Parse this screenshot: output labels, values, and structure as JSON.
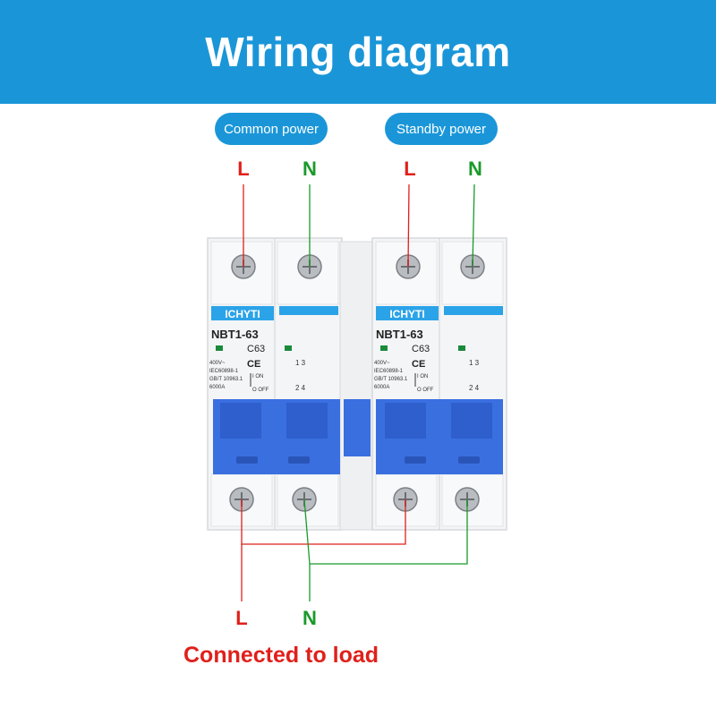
{
  "header": {
    "title": "Wiring diagram"
  },
  "labels": {
    "common_power": "Common power",
    "standby_power": "Standby power",
    "connected_to_load": "Connected to load"
  },
  "terminals": {
    "top": [
      "L",
      "N",
      "L",
      "N"
    ],
    "bottom": [
      "L",
      "N"
    ]
  },
  "breakers": [
    {
      "brand": "ICHYTI",
      "model": "NBT1-63",
      "rating": "C63",
      "specs": [
        "400V~",
        "IEC60898-1",
        "GB/T 10963.1",
        "6000A"
      ],
      "on_label": "I ON",
      "off_label": "O OFF",
      "ce": "CE",
      "contacts_top": "1 3",
      "contacts_bottom": "2 4"
    },
    {
      "brand": "ICHYTI",
      "model": "NBT1-63",
      "rating": "C63",
      "specs": [
        "400V~",
        "IEC60898-1",
        "GB/T 10963.1",
        "6000A"
      ],
      "on_label": "I ON",
      "off_label": "O OFF",
      "ce": "CE",
      "contacts_top": "1 3",
      "contacts_bottom": "2 4"
    }
  ],
  "colors": {
    "header_blue": "#1a96d8",
    "live_red": "#e0201b",
    "neutral_green": "#1a9a2a",
    "handle_blue": "#3a6fe0",
    "body_white": "#f4f5f7"
  }
}
